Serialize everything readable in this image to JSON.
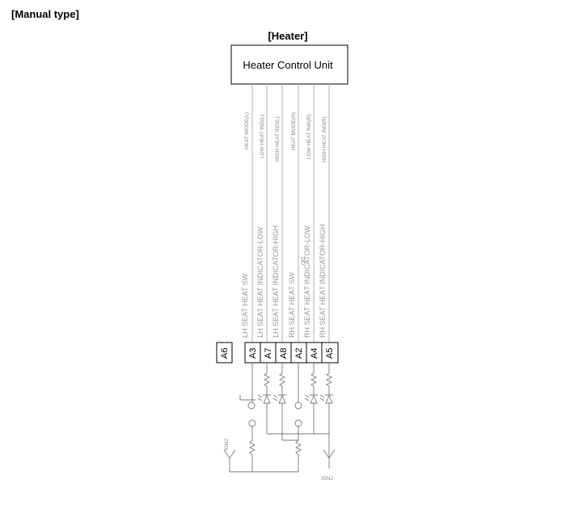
{
  "page": {
    "heading": "[Manual type]"
  },
  "heater": {
    "title": "[Heater]",
    "unit_label": "Heater Control Unit"
  },
  "signals": [
    "HEAT MODE(L)",
    "LOW HEAT IND(L)",
    "HIGH HEAT IND(L)",
    "HEAT MODE(R)",
    "LOW HEAT IND(R)",
    "HIGH HEAT IND(R)"
  ],
  "connector_labels": [
    "LH SEAT HEAT SW",
    "LH SEAT HEAT INDICATOR-LOW",
    "LH SEAT HEAT INDICATOR-HIGH",
    "RH SEAT HEAT SW",
    "RH SEAT HEAT INDICATOR-LOW",
    "RH SEAT HEAT INDICATOR-HIGH"
  ],
  "pins": [
    "A3",
    "A7",
    "A8",
    "A2",
    "A4",
    "A5"
  ],
  "spare_pin": "A6",
  "overlap_mark": "OD",
  "ign": {
    "left": "IGN2",
    "right": "IGN2"
  },
  "colors": {
    "line": "#000000",
    "wire": "#b0b0b0",
    "component": "#777777"
  }
}
